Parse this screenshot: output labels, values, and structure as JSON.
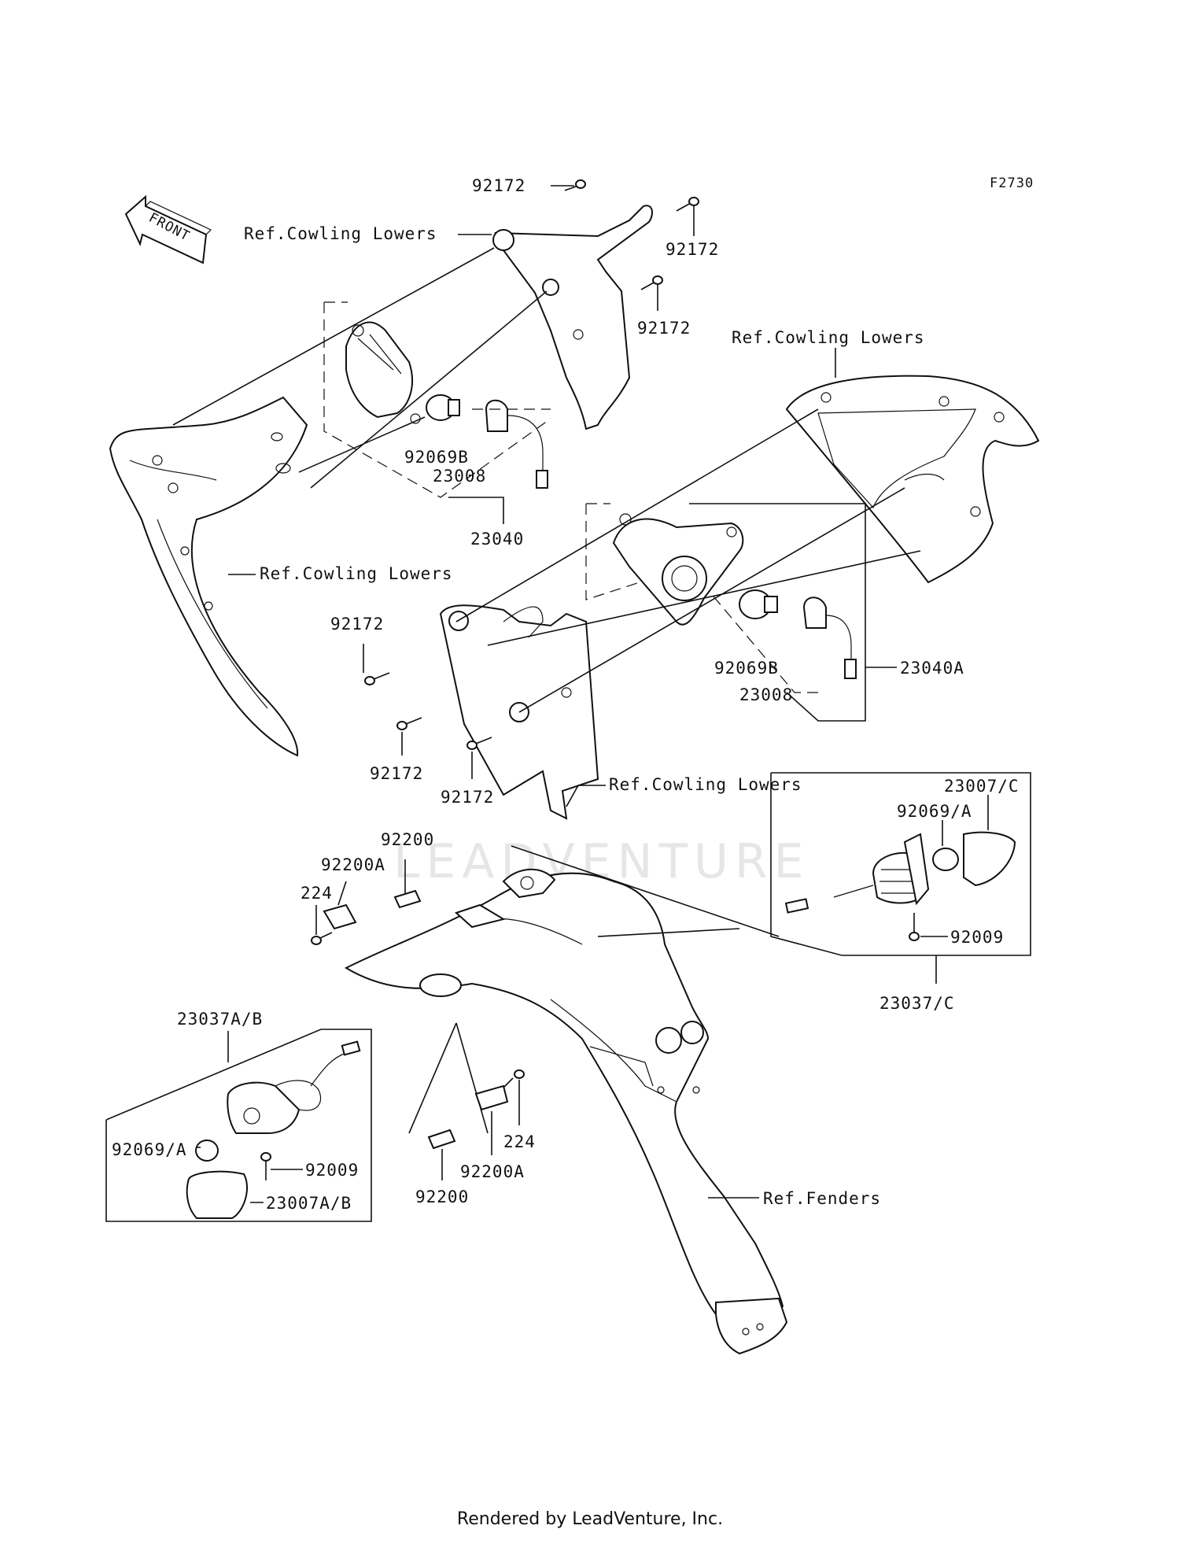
{
  "figure_code": "F2730",
  "front_arrow_label": "FRONT",
  "watermark": "LEADVENTURE",
  "footer": "Rendered by LeadVenture, Inc.",
  "labels": {
    "l92172_top": "92172",
    "ref_cowling_top_left": "Ref.Cowling Lowers",
    "l92172_right_a": "92172",
    "l92172_right_b": "92172",
    "ref_cowling_top_right": "Ref.Cowling Lowers",
    "l92069b_left": "92069B",
    "l23008_left": "23008",
    "l23040": "23040",
    "ref_cowling_mid": "Ref.Cowling Lowers",
    "l92172_mid_a": "92172",
    "l92172_mid_b": "92172",
    "l92172_mid_c": "92172",
    "l92069b_right": "92069B",
    "l23008_right": "23008",
    "l23040a": "23040A",
    "ref_cowling_lower": "Ref.Cowling Lowers",
    "l92200_top": "92200",
    "l92200a_top": "92200A",
    "l224_top": "224",
    "l23007c": "23007/C",
    "l92069a_right": "92069/A",
    "l92009_right": "92009",
    "l23037c": "23037/C",
    "l23037ab": "23037A/B",
    "l92069a_left": "92069/A",
    "l92009_left": "92009",
    "l23007ab": "23007A/B",
    "l224_bottom": "224",
    "l92200a_bottom": "92200A",
    "l92200_bottom": "92200",
    "ref_fenders": "Ref.Fenders"
  }
}
